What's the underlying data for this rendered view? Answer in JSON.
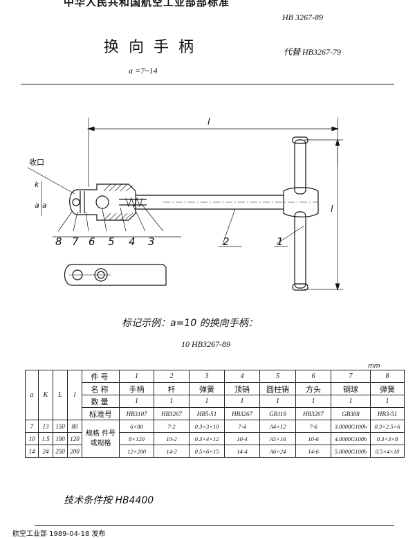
{
  "header": {
    "org": "中华人民共和国航空工业部部标准",
    "standard_no": "HB 3267-89",
    "title": "换向手柄",
    "replaces": "代替 HB3267-79",
    "size_range": "a =7~14"
  },
  "drawing": {
    "label_l_top": "l",
    "label_l_side": "l",
    "label_shoukou": "收口",
    "label_k": "k",
    "label_a": "a",
    "label_a2": "a",
    "parts": [
      "8",
      "7",
      "6",
      "5",
      "4",
      "3",
      "2",
      "1"
    ]
  },
  "example": {
    "text": "标记示例：a=10 的换向手柄：",
    "mark": "10  HB3267-89"
  },
  "table": {
    "unit": "mm",
    "col_a": "a",
    "col_k": "K",
    "col_L": "L",
    "col_l": "l",
    "row_part_no": "件号",
    "row_name": "名称",
    "row_qty": "数量",
    "row_std": "标准号",
    "row_spec": "规格 件号 或规格",
    "part_nos": [
      "1",
      "2",
      "3",
      "4",
      "5",
      "6",
      "7",
      "8"
    ],
    "names": [
      "手柄",
      "杆",
      "弹簧",
      "顶销",
      "圆柱销",
      "方头",
      "钢球",
      "弹簧"
    ],
    "qty": [
      "1",
      "1",
      "1",
      "1",
      "1",
      "1",
      "1",
      "1"
    ],
    "standards": [
      "HB3107",
      "HB3267",
      "HB5-51",
      "HB3267",
      "GB119",
      "HB3267",
      "GB308",
      "HB3-51"
    ],
    "rows": [
      {
        "a": "7",
        "K": "13",
        "L": "150",
        "l": "80",
        "cells": [
          "6×80",
          "7-2",
          "0.3×3×10",
          "7-4",
          "A4×12",
          "7-6",
          "3.0000G100b",
          "0.3×2.5×6"
        ]
      },
      {
        "a": "10",
        "K": "1.5",
        "L": "190",
        "l": "120",
        "cells": [
          "8×120",
          "10-2",
          "0.3×4×12",
          "10-4",
          "A5×16",
          "10-6",
          "4.0000G100b",
          "0.3×3×8"
        ]
      },
      {
        "a": "14",
        "K": "24",
        "L": "250",
        "l": "200",
        "cells": [
          "12×200",
          "14-2",
          "0.5×6×15",
          "14-4",
          "A6×24",
          "14-6",
          "5.0000G100b",
          "0.5×4×10"
        ]
      }
    ]
  },
  "tech_condition": "技术条件按 HB4400",
  "footer": "航空工业部 1989-04-18 发布"
}
